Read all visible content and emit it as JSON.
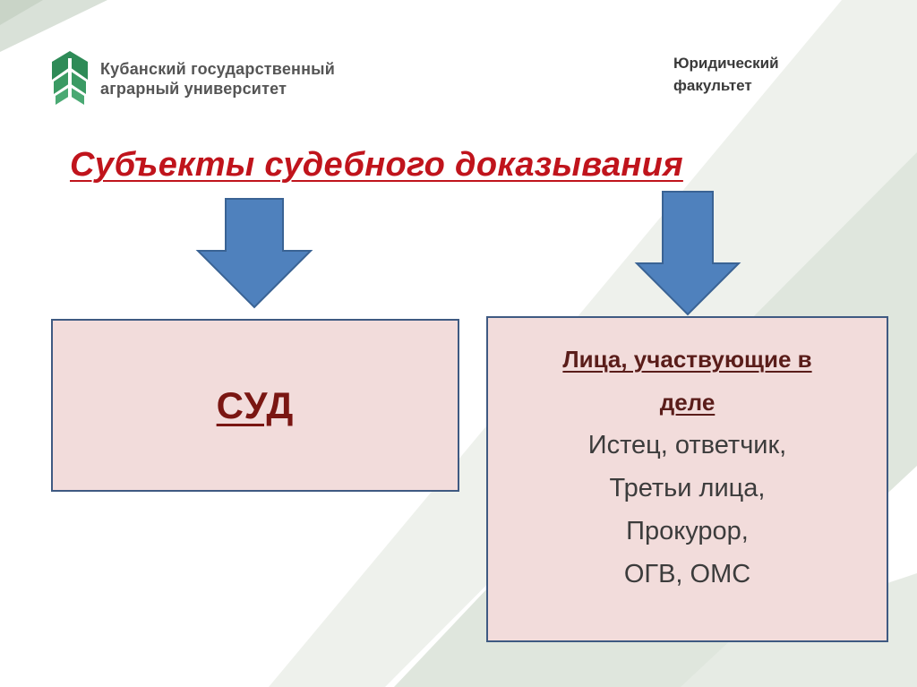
{
  "header": {
    "university_line1": "Кубанский государственный",
    "university_line2": "аграрный университет",
    "faculty_line1": "Юридический",
    "faculty_line2": "факультет"
  },
  "title": "Субъекты судебного доказывания",
  "left_box": {
    "label": "СУД"
  },
  "right_box": {
    "heading_line1": "Лица, участвующие в",
    "heading_line2": "деле",
    "lines": [
      "Истец, ответчик,",
      "Третьи лица,",
      "Прокурор,",
      "ОГВ, ОМС"
    ]
  },
  "colors": {
    "title": "#c0141c",
    "arrow_fill": "#4f81bd",
    "arrow_stroke": "#3a6394",
    "box_fill": "#f2dcdb",
    "box_border": "#3f5a82",
    "logo_green": "#2e8b57"
  },
  "icons": {
    "logo": "leaf-logo-icon"
  }
}
